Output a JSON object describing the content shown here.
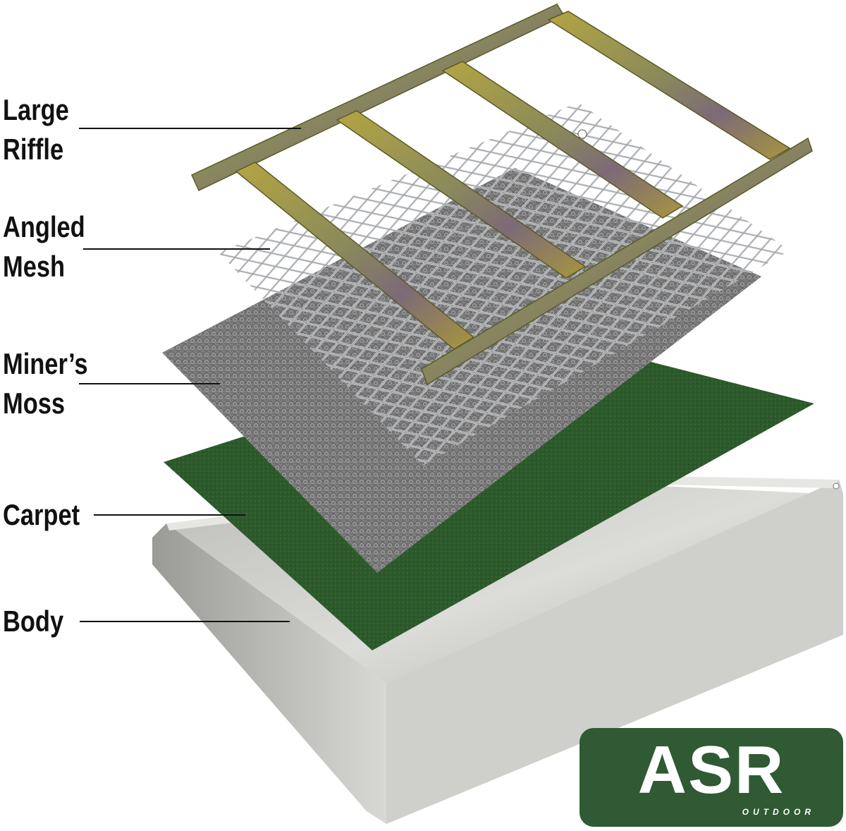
{
  "labels": {
    "large_riffle": [
      "Large",
      "Riffle"
    ],
    "angled_mesh": [
      "Angled",
      "Mesh"
    ],
    "miners_moss": [
      "Miner’s",
      "Moss"
    ],
    "carpet": "Carpet",
    "body": "Body"
  },
  "logo": {
    "text": "ASR",
    "subtext": "OUTDOOR"
  },
  "colors": {
    "riffle": "#a89a3c",
    "mesh": "#b9bcc0",
    "moss": "#7d7d7d",
    "carpet": "#2e5a2c",
    "body": "#c9c9c6",
    "logo_bg": "#2f5a33"
  }
}
